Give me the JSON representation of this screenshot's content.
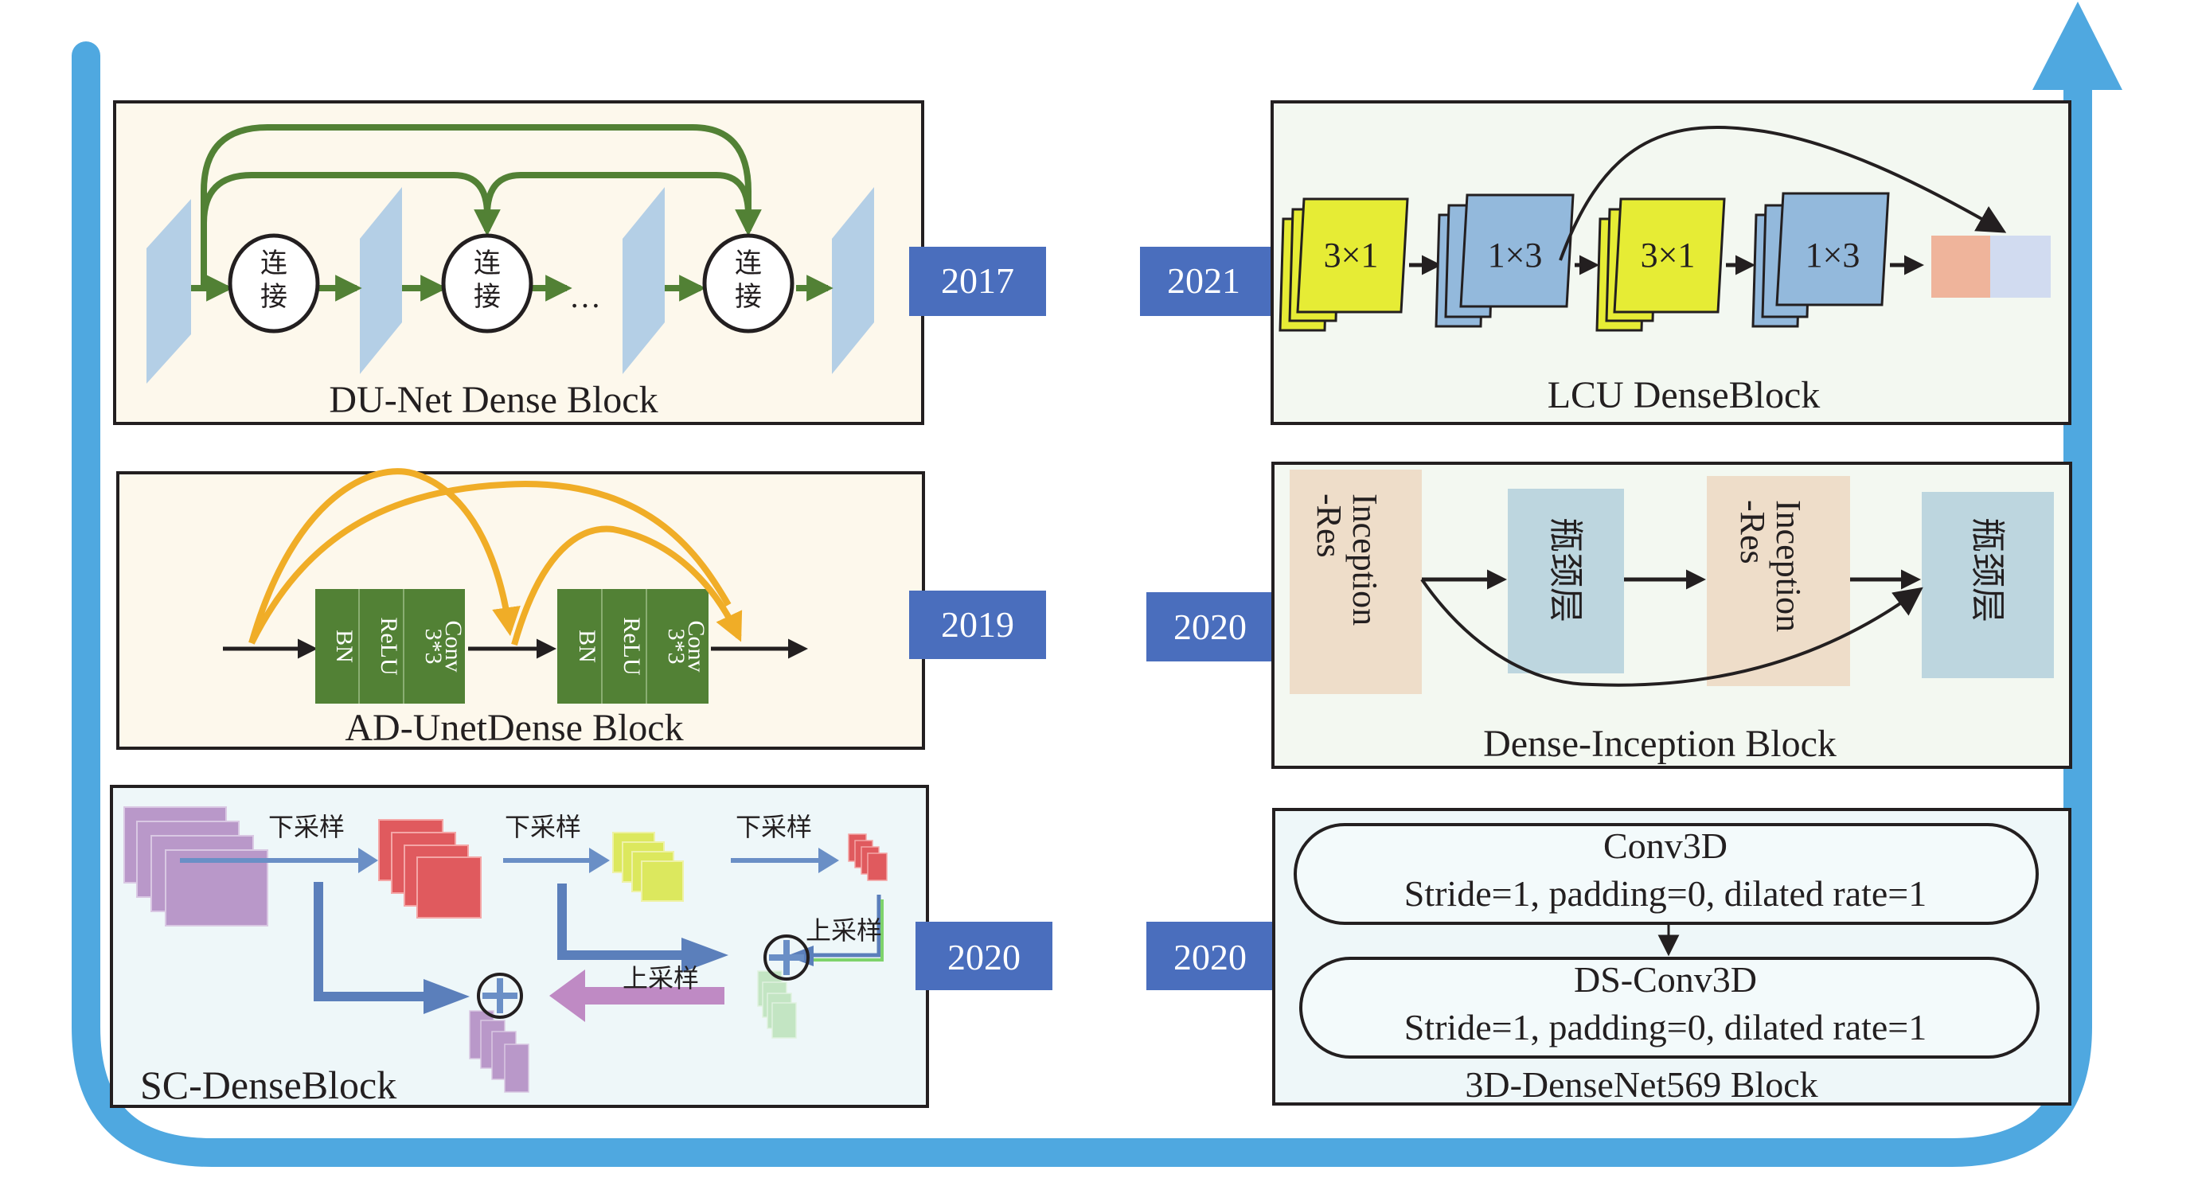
{
  "colors": {
    "timeline": "#4fa8e0",
    "year_badge": "#4a6ebd",
    "box_border": "#231f20",
    "warm_bg": "#fdf8ec",
    "cool_bg": "#f3f8f1",
    "ice_bg": "#eef7f9",
    "green": "#528135",
    "orange": "#f0ad27",
    "plane_blue": "#b4cfe6",
    "yellow": "#e6ec35",
    "steel_blue": "#93b9dc",
    "salmon": "#efb49b",
    "lavender": "#d1dbf0",
    "peach": "#eeddc9",
    "slate": "#bdd6df",
    "purple": "#b998c9",
    "red": "#e05a5e",
    "lime": "#dce85e",
    "mint": "#c3e5c3",
    "arrow_blue": "#6a8fc6",
    "arrow_purple": "#bf8ac4"
  },
  "timeline": {
    "arrow_icon": "up-arrow-icon"
  },
  "blocks": [
    {
      "id": "du-net",
      "title": "DU-Net Dense Block",
      "year": "2017",
      "nodes": [
        "连接",
        "连接",
        "连接"
      ],
      "node_char_top": "连",
      "node_char_bottom": "接",
      "ellipsis": "…"
    },
    {
      "id": "lcu",
      "title": "LCU DenseBlock",
      "year": "2021",
      "kernels": [
        "3×1",
        "1×3",
        "3×1",
        "1×3"
      ]
    },
    {
      "id": "ad-unet",
      "title": "AD-UnetDense Block",
      "year": "2019",
      "layers": [
        "BN",
        "ReLU",
        "Conv 3*3"
      ],
      "layer_bn": "BN",
      "layer_relu": "ReLU",
      "layer_conv_a": "Conv",
      "layer_conv_b": "3*3"
    },
    {
      "id": "dense-inception",
      "title": "Dense-Inception Block",
      "year": "2020",
      "modules": [
        "Inception-Res",
        "瓶颈层",
        "Inception-Res",
        "瓶颈层"
      ],
      "inception_line1": "Inception",
      "inception_line2": "-Res",
      "bottleneck": "瓶颈层"
    },
    {
      "id": "sc",
      "title": "SC-DenseBlock",
      "year": "2020",
      "downsample": "下采样",
      "upsample": "上采样",
      "plus": "+"
    },
    {
      "id": "3d-densenet",
      "title": "3D-DenseNet569 Block",
      "year": "2020",
      "stages": [
        {
          "name": "Conv3D",
          "params": "Stride=1, padding=0, dilated rate=1"
        },
        {
          "name": "DS-Conv3D",
          "params": "Stride=1, padding=0, dilated rate=1"
        }
      ]
    }
  ]
}
